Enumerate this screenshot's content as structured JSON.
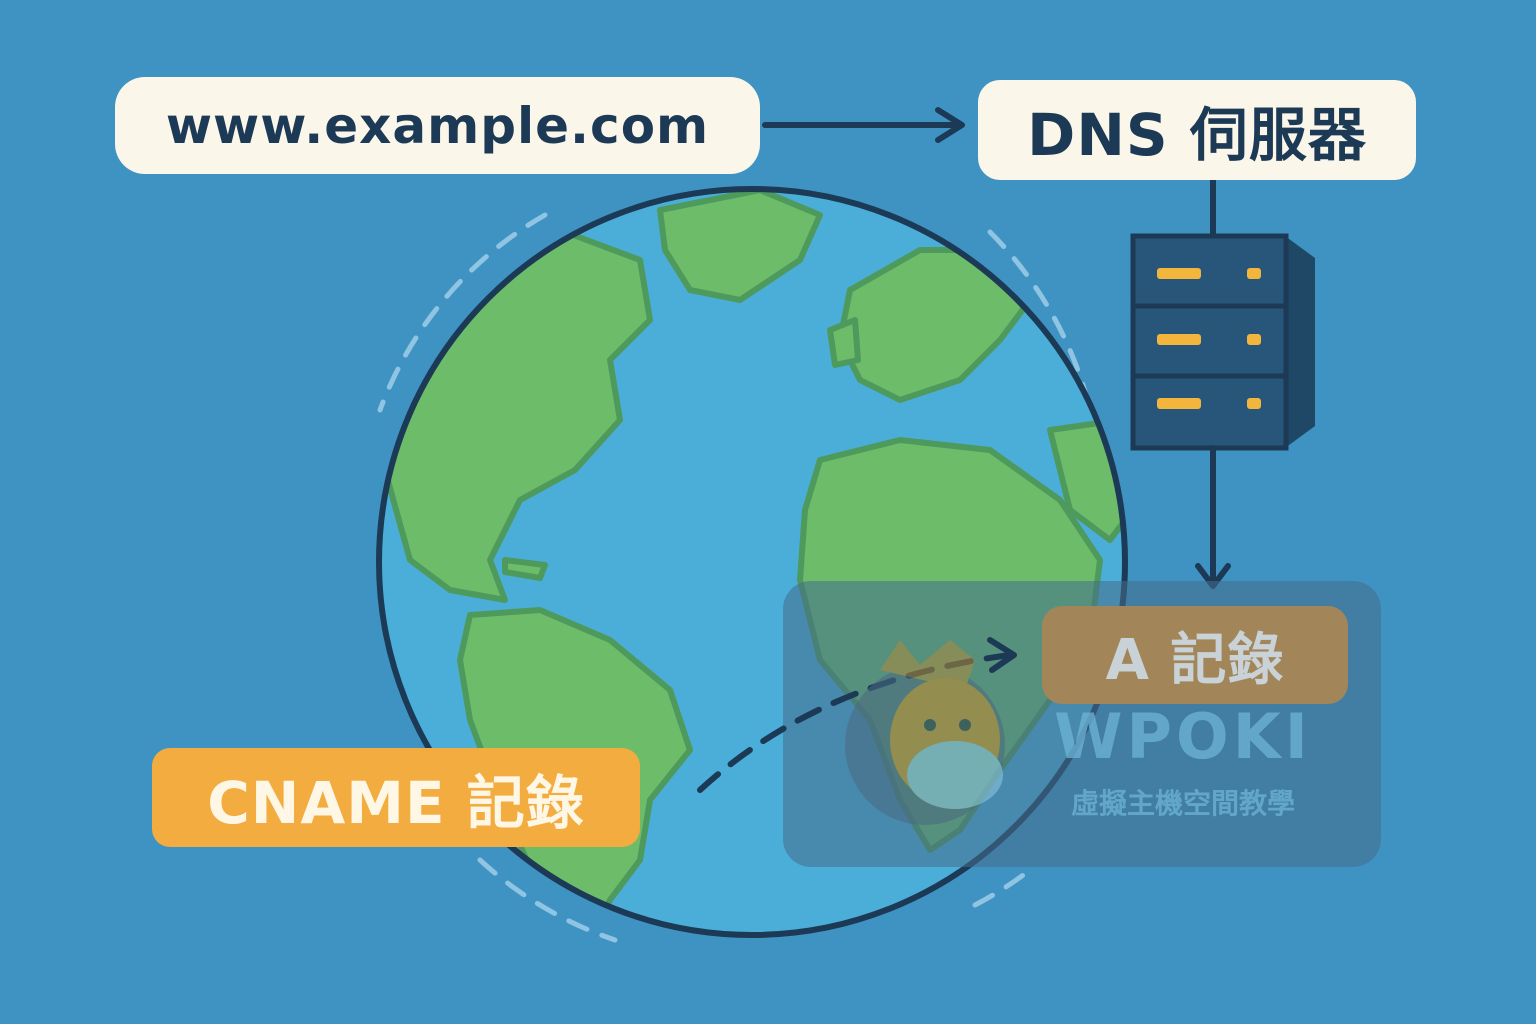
{
  "nodes": {
    "domain": "www.example.com",
    "dns_server": "DNS 伺服器",
    "cname_record": "CNAME 記錄",
    "a_record": "A 記錄"
  },
  "watermark": {
    "brand": "WPOKI",
    "tagline": "虛擬主機空間教學"
  },
  "icons": {
    "globe": "globe-icon",
    "server": "server-rack-icon",
    "mascot": "deer-mascot-logo"
  },
  "colors": {
    "background": "#3f93c2",
    "label_light": "#fbf6ea",
    "label_orange": "#f3ac3f",
    "label_brown": "#a2865a",
    "text_dark": "#1c3a55",
    "land_green": "#6cbc6a",
    "ocean_blue": "#4aaed8",
    "server_body": "#27567a",
    "server_light": "#f3b63d"
  }
}
